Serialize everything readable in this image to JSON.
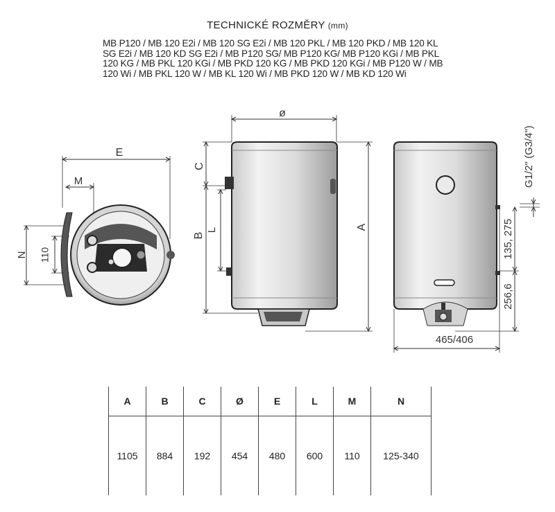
{
  "header": {
    "title": "TECHNICKÉ ROZMĚRY",
    "unit": "(mm)",
    "models": "MB P120 / MB 120 E2i / MB 120 SG E2i / MB 120 PKL / MB 120 PKD / MB 120 KL SG E2i / MB 120 KD SG E2i / MB P120 SG/ MB P120 KG/ MB P120 KGi / MB PKL 120 KG / MB PKL 120 KGi / MB PKD 120 KG / MB PKD 120 KGi / MB P120 W / MB 120 Wi / MB PKL 120 W / MB KL 120 Wi / MB PKD 120 W / MB KD 120 Wi"
  },
  "drawing": {
    "labels": {
      "E": "E",
      "M": "M",
      "N": "N",
      "n110": "110",
      "phi": "ø",
      "C": "C",
      "B": "B",
      "L": "L",
      "A": "A",
      "thread": "G1/2\" (G3/4\")",
      "d1": "135, 275",
      "d2": "256,6",
      "width": "465/406"
    }
  },
  "table": {
    "headers": [
      "A",
      "B",
      "C",
      "Ø",
      "E",
      "L",
      "M",
      "N"
    ],
    "values": [
      "1105",
      "884",
      "192",
      "454",
      "480",
      "600",
      "110",
      "125-340"
    ]
  }
}
